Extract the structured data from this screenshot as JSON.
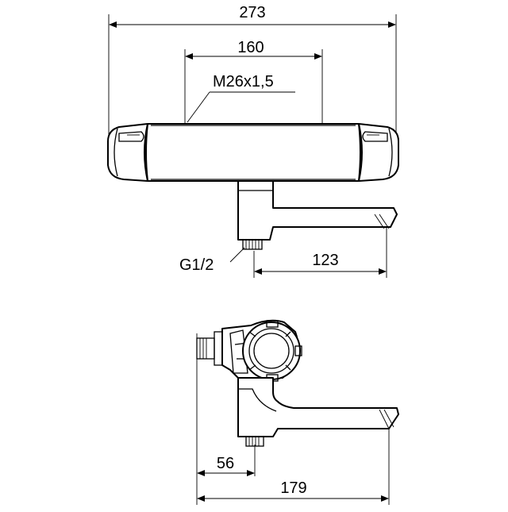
{
  "dimensions": {
    "overall_width": "273",
    "body_length": "160",
    "outlet_distance": "123",
    "depth": "179",
    "inlet_offset": "56"
  },
  "threads": {
    "body_thread": "M26x1,5",
    "inlet_thread": "G1/2"
  }
}
